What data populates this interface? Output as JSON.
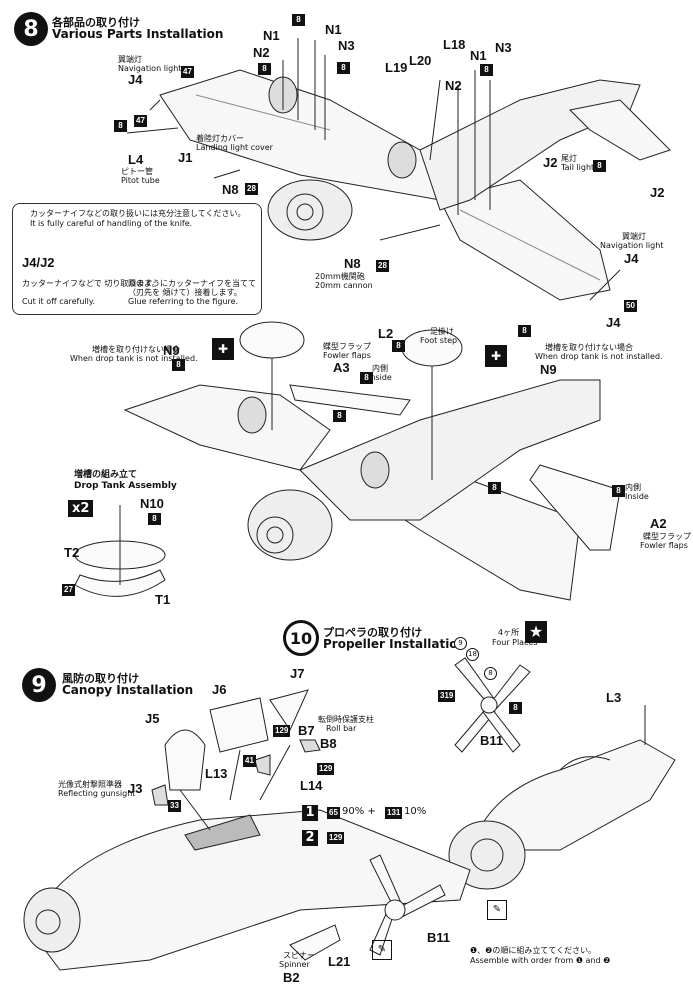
{
  "step8": {
    "number": "8",
    "title_ja": "各部品の取り付け",
    "title_en": "Various Parts Installation",
    "nav_light_ja": "翼端灯",
    "nav_light_en": "Navigation light",
    "landing_light_ja": "着陸灯カバー",
    "landing_light_en": "Landing light cover",
    "pitot_ja": "ピトー管",
    "pitot_en": "Pitot tube",
    "tail_light_ja": "尾灯",
    "tail_light_en": "Tail light",
    "cannon_ja": "20mm機関砲",
    "cannon_en": "20mm cannon",
    "knife_warn_ja": "カッターナイフなどの取り扱いには充分注意してください。",
    "knife_warn_en": "It is fully careful of handling of the knife.",
    "cut_ja": "カッターナイフなどで 切り取ります。",
    "cut_en": "Cut it off carefully.",
    "glue_ja": "図のようにカッターナイフを当てて（刃先を 傾けて）接着します。",
    "glue_en": "Glue referring to the figure.",
    "labels": {
      "N1": "N1",
      "N2": "N2",
      "N3": "N3",
      "J4": "J4",
      "L4": "L4",
      "J1": "J1",
      "N8": "N8",
      "L18": "L18",
      "L19": "L19",
      "L20": "L20",
      "J2": "J2",
      "J4J2": "J4/J2"
    },
    "colors": {
      "c8": "8",
      "c47": "47",
      "c28": "28",
      "c50": "50"
    }
  },
  "step8b": {
    "no_tank_ja": "増槽を取り付けない場合",
    "no_tank_en": "When drop tank is not installed.",
    "flap_ja": "蝶型フラップ",
    "flap_en": "Fowler flaps",
    "inside_ja": "内側",
    "inside_en": "Inside",
    "foot_ja": "足掛け",
    "foot_en": "Foot step",
    "drop_tank_ja": "増槽の組み立て",
    "drop_tank_en": "Drop Tank Assembly",
    "times": "x2",
    "labels": {
      "N9": "N9",
      "L2": "L2",
      "A3": "A3",
      "A2": "A2",
      "N10": "N10",
      "T2": "T2",
      "T1": "T1"
    },
    "colors": {
      "c8": "8",
      "c27": "27"
    }
  },
  "step10": {
    "number": "10",
    "title_ja": "プロペラの取り付け",
    "title_en": "Propeller Installation",
    "four_ja": "4ヶ所",
    "four_en": "Four Places",
    "labels": {
      "B11": "B11",
      "L3": "L3"
    },
    "colors": {
      "c9": "9",
      "c18": "18",
      "c8": "8",
      "c319": "319"
    }
  },
  "step9": {
    "number": "9",
    "title_ja": "風防の取り付け",
    "title_en": "Canopy Installation",
    "roll_bar_ja": "転倒時保護支柱",
    "roll_bar_en": "Roll bar",
    "gunsight_ja": "光像式射撃照準器",
    "gunsight_en": "Reflecting gunsight",
    "spinner_ja": "スピナー",
    "spinner_en": "Spinner",
    "order_ja": "❶、❷の順に組み立ててください。",
    "order_en": "Assemble with order from ❶ and ❷",
    "mix": "90% + ",
    "mix2": "10%",
    "labels": {
      "J5": "J5",
      "J6": "J6",
      "J7": "J7",
      "B7": "B7",
      "B8": "B8",
      "L13": "L13",
      "L14": "L14",
      "J3": "J3",
      "L21": "L21",
      "B2": "B2",
      "B11": "B11"
    },
    "colors": {
      "c129": "129",
      "c41": "41",
      "c33": "33",
      "c65": "65",
      "c131": "131"
    },
    "mark1": "1",
    "mark2": "2"
  }
}
